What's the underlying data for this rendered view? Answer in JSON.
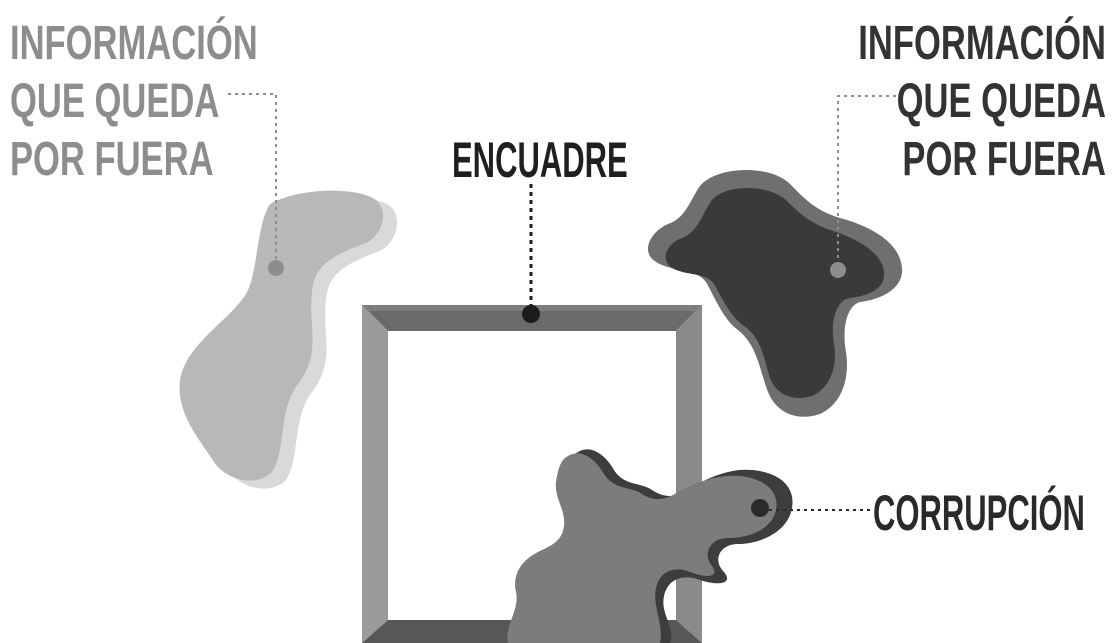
{
  "labels": {
    "outside_left": [
      "INFORMACIÓN",
      "QUE QUEDA",
      "POR FUERA"
    ],
    "outside_right": [
      "INFORMACIÓN",
      "QUE QUEDA",
      "POR FUERA"
    ],
    "frame": "ENCUADRE",
    "corruption": "CORRUPCIÓN"
  },
  "colors": {
    "light_blob": "#b8b8ba",
    "light_blob_shadow": "#d9d9db",
    "dark_blob": "#3a3a3c",
    "dark_blob_shadow": "#6f6f72",
    "mid_blob": "#7c7c7f",
    "mid_blob_shadow": "#3d3d3f",
    "frame_top": "#6a6a6d",
    "frame_side": "#9a9a9d",
    "frame_bottom": "#57575a",
    "connector": "#3a3a3c",
    "dot_dark": "#1c1c1e",
    "dot_gray": "#8d8d90"
  }
}
